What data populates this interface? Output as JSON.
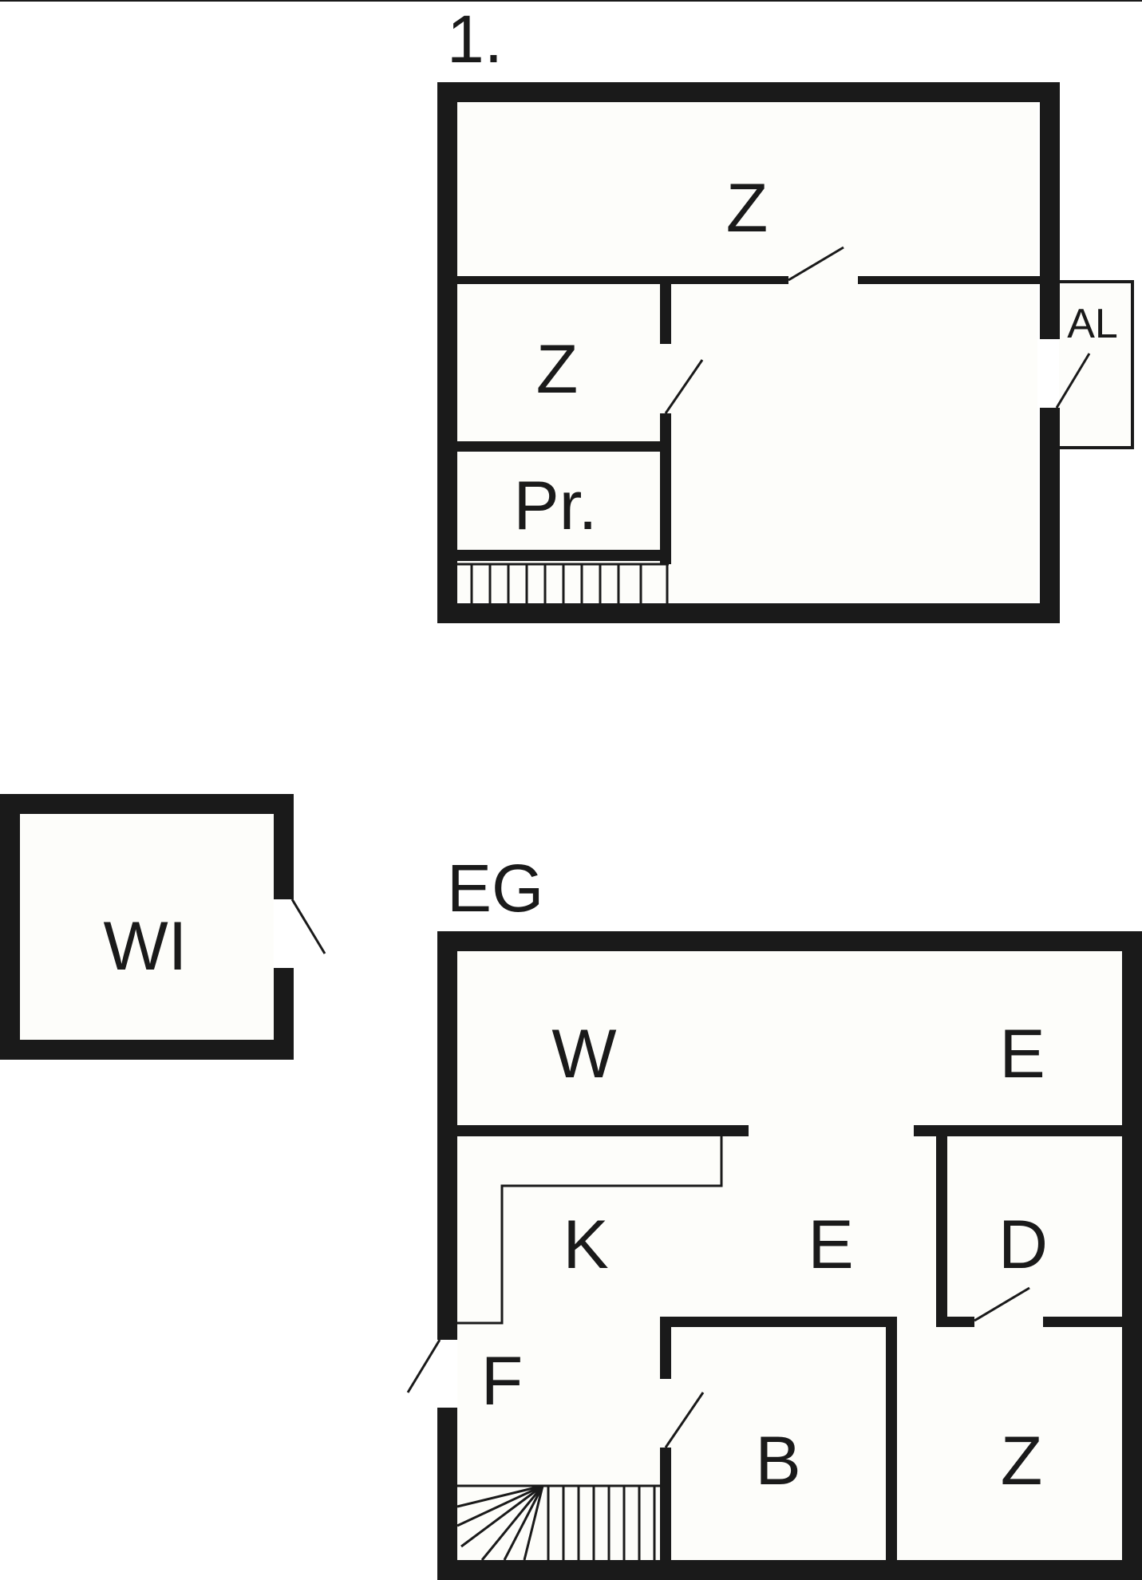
{
  "colors": {
    "wall": "#1a1a1a",
    "floor": "#fdfdfa",
    "background": "#ffffff"
  },
  "upper_floor": {
    "title": "1.",
    "rooms": {
      "top_room": "Z",
      "left_room": "Z",
      "pantry": "Pr.",
      "balcony": "AL"
    }
  },
  "ground_floor": {
    "title": "EG",
    "rooms": {
      "living": "W",
      "hall_top": "E",
      "kitchen": "K",
      "hall_center": "E",
      "shower": "D",
      "corridor": "F",
      "bath": "B",
      "bedroom": "Z"
    }
  },
  "outbuilding": {
    "room": "WI"
  }
}
